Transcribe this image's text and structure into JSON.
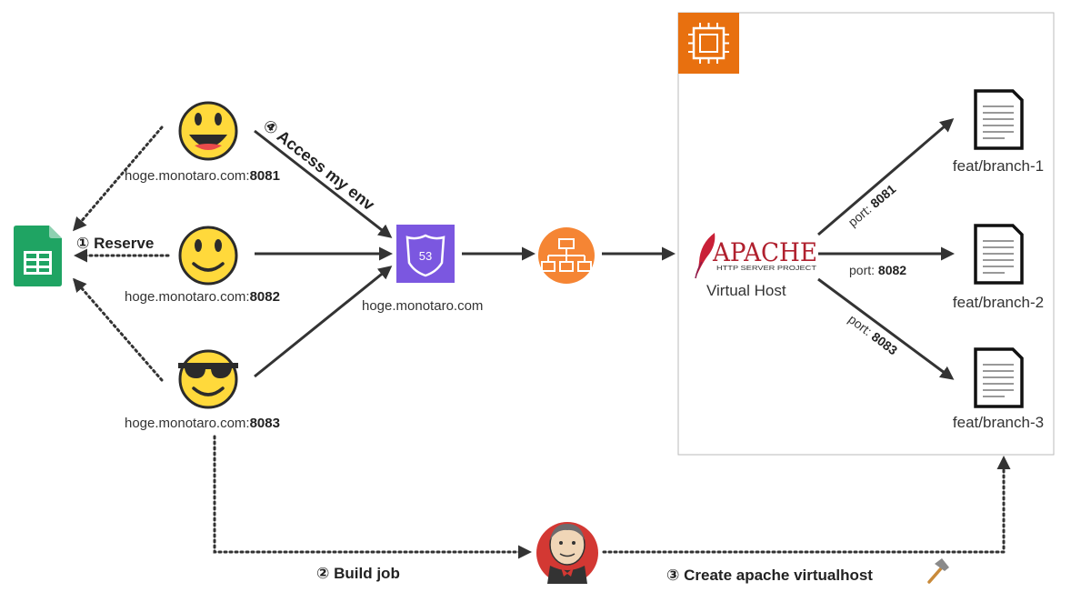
{
  "users": [
    {
      "host": "hoge.monotaro.com:",
      "port": "8081"
    },
    {
      "host": "hoge.monotaro.com:",
      "port": "8082"
    },
    {
      "host": "hoge.monotaro.com:",
      "port": "8083"
    }
  ],
  "steps": {
    "reserve": "① Reserve",
    "build": "② Build job",
    "create": "③ Create apache virtualhost",
    "access": "④ Access my env"
  },
  "route53": {
    "label": "hoge.monotaro.com",
    "badge": "53"
  },
  "apache": {
    "logo_text": "APACHE",
    "logo_sub": "HTTP SERVER PROJECT",
    "label": "Virtual Host"
  },
  "ports": [
    {
      "prefix": "port: ",
      "value": "8081"
    },
    {
      "prefix": "port: ",
      "value": "8082"
    },
    {
      "prefix": "port: ",
      "value": "8083"
    }
  ],
  "branches": [
    "feat/branch-1",
    "feat/branch-2",
    "feat/branch-3"
  ],
  "colors": {
    "aws_orange": "#E8700F",
    "route53_purple": "#7B57E0",
    "sheets_green": "#1FA463",
    "arrow": "#333333"
  },
  "icons": [
    "google-sheets-icon",
    "grinning-face-icon",
    "smiling-face-icon",
    "sunglasses-face-icon",
    "route53-icon",
    "load-balancer-icon",
    "ec2-icon",
    "apache-feather-icon",
    "document-icon",
    "jenkins-icon",
    "hammer-icon"
  ]
}
